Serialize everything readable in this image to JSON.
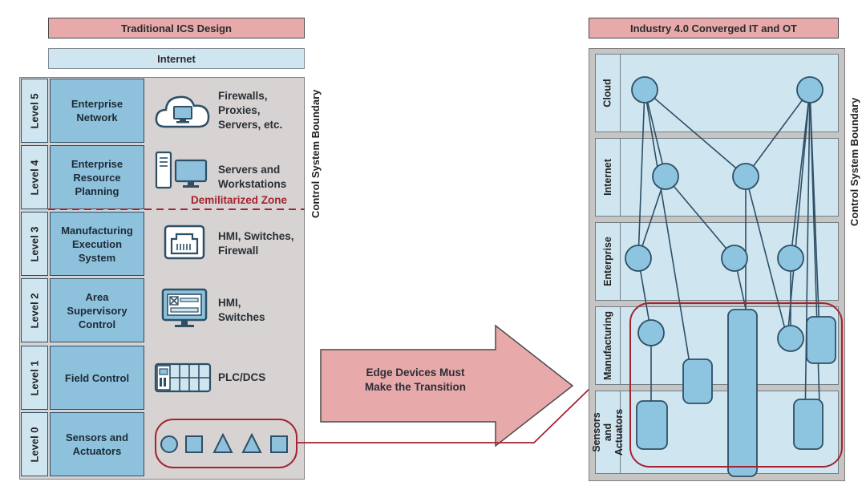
{
  "left": {
    "title": "Traditional ICS Design",
    "internet": "Internet",
    "boundary": "Control System Boundary",
    "dmz": "Demilitarized Zone",
    "levels": [
      {
        "tab": "Level 5",
        "name": "Enterprise\nNetwork",
        "desc": "Firewalls,\nProxies,\nServers, etc.",
        "icon": "cloud-computer-icon"
      },
      {
        "tab": "Level 4",
        "name": "Enterprise\nResource\nPlanning",
        "desc": "Servers and\nWorkstations",
        "icon": "server-workstation-icon"
      },
      {
        "tab": "Level 3",
        "name": "Manufacturing\nExecution\nSystem",
        "desc": "HMI, Switches,\nFirewall",
        "icon": "network-port-icon"
      },
      {
        "tab": "Level 2",
        "name": "Area\nSupervisory\nControl",
        "desc": "HMI,\nSwitches",
        "icon": "hmi-monitor-icon"
      },
      {
        "tab": "Level 1",
        "name": "Field Control",
        "desc": "PLC/DCS",
        "icon": "plc-rack-icon"
      },
      {
        "tab": "Level 0",
        "name": "Sensors and\nActuators",
        "desc": "",
        "icon": "sensor-shapes-icon"
      }
    ]
  },
  "arrow": {
    "text": "Edge Devices Must\nMake the Transition"
  },
  "right": {
    "title": "Industry 4.0 Converged IT and OT",
    "boundary": "Control System Boundary",
    "bands": [
      "Cloud",
      "Internet",
      "Enterprise",
      "Manufacturing",
      "Sensors and\nActuators"
    ]
  },
  "colors": {
    "pink": "#e8a9ab",
    "light_blue": "#cfe6f1",
    "mid_blue": "#8ec2dc",
    "node_blue": "#8dc4df",
    "dark_navy": "#2e4f66",
    "highlight_red": "#a52330"
  }
}
